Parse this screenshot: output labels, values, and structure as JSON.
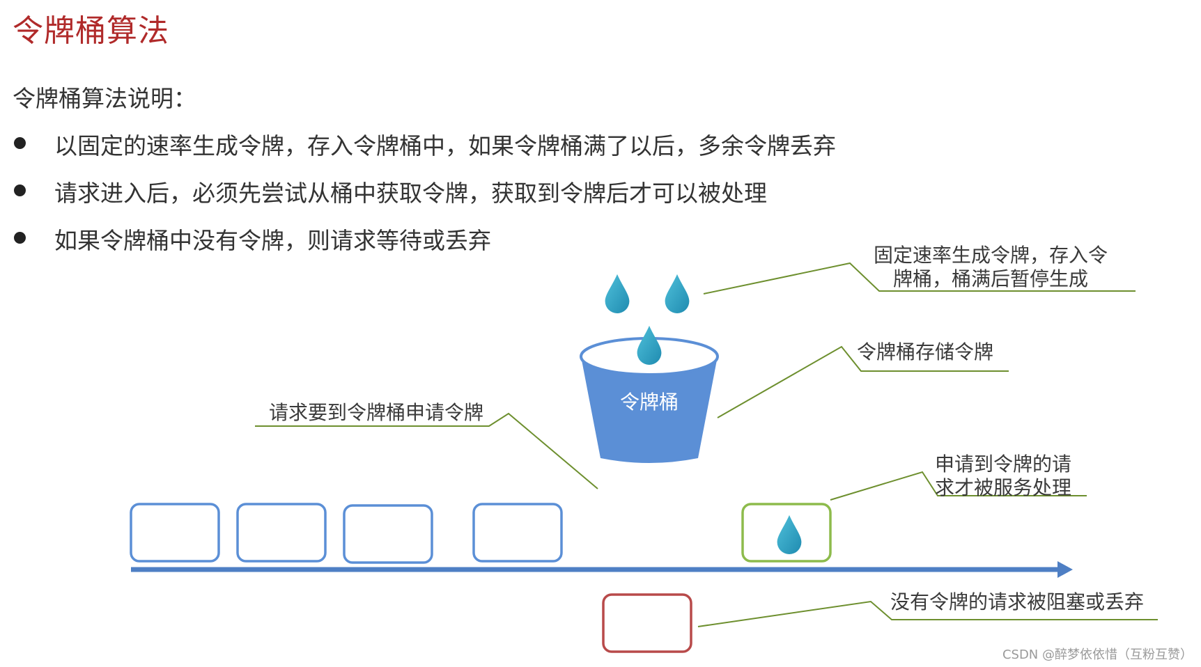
{
  "title": "令牌桶算法",
  "description": {
    "heading": "令牌桶算法说明：",
    "bullets": [
      "以固定的速率生成令牌，存入令牌桶中，如果令牌桶满了以后，多余令牌丢弃",
      "请求进入后，必须先尝试从桶中获取令牌，获取到令牌后才可以被处理",
      "如果令牌桶中没有令牌，则请求等待或丢弃"
    ]
  },
  "diagram": {
    "bucket_label": "令牌桶",
    "callouts": {
      "generate": [
        "固定速率生成令牌，存入令",
        "牌桶，桶满后暂停生成"
      ],
      "store": "令牌桶存储令牌",
      "request": "请求要到令牌桶申请令牌",
      "processed": [
        "申请到令牌的请",
        "求才被服务处理"
      ],
      "blocked": "没有令牌的请求被阻塞或丢弃"
    },
    "colors": {
      "bucket": "#5b8fd6",
      "token": "#2a9fc0",
      "request_box": "#5b8fd6",
      "served_box": "#8dbb4c",
      "blocked_box": "#b84a4a",
      "arrow": "#4e7fc4",
      "leader_line": "#6d8f2e"
    }
  },
  "watermark": "CSDN @醉梦依依惜（互粉互赞）"
}
